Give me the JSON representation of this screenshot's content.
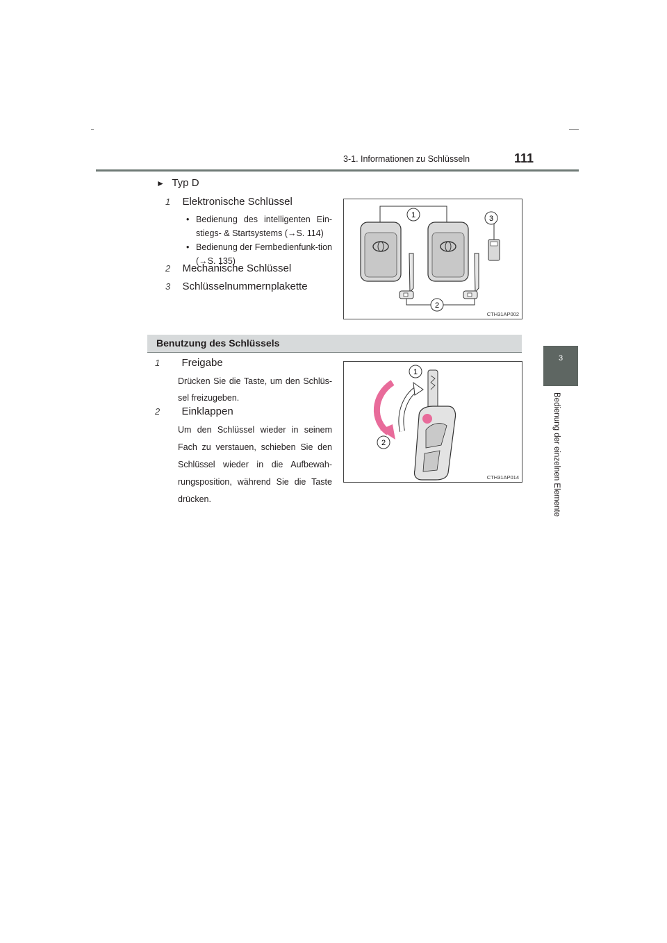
{
  "header": {
    "section_title": "3-1. Informationen zu Schlüsseln",
    "page_number": "111"
  },
  "side_tab": {
    "chapter_number": "3",
    "chapter_title": "Bedienung der einzelnen Elemente"
  },
  "type_d": {
    "heading": "Typ D",
    "items": [
      {
        "number": "1",
        "label": "Elektronische Schlüssel",
        "bullets": [
          "Bedienung des intelligenten Ein-stiegs- & Startsystems (→S. 114)",
          "Bedienung der Fernbedienfunk-tion (→S. 135)"
        ]
      },
      {
        "number": "2",
        "label": "Mechanische Schlüssel"
      },
      {
        "number": "3",
        "label": "Schlüsselnummernplakette"
      }
    ],
    "figure": {
      "code": "CTH31AP002",
      "callouts": [
        "1",
        "2",
        "3"
      ]
    }
  },
  "section": {
    "title": "Benutzung des Schlüssels",
    "items": [
      {
        "number": "1",
        "label": "Freigabe",
        "text": "Drücken Sie die Taste, um den Schlüs-sel freizugeben."
      },
      {
        "number": "2",
        "label": "Einklappen",
        "text": "Um den Schlüssel wieder in seinem Fach zu verstauen, schieben Sie den Schlüssel wieder in die Aufbewah-rungsposition, während Sie die Taste drücken."
      }
    ],
    "figure": {
      "code": "CTH31AP014",
      "callouts": [
        "1",
        "2"
      ]
    }
  },
  "colors": {
    "rule": "#6f7a76",
    "side_tab": "#5e6662",
    "section_bar": "#d7dadb",
    "arrow_pink": "#e86b9a"
  }
}
